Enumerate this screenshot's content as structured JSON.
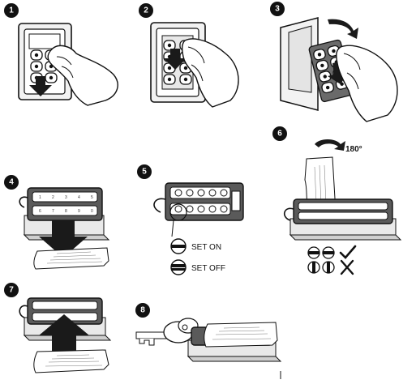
{
  "steps": [
    {
      "number": "1"
    },
    {
      "number": "2"
    },
    {
      "number": "3"
    },
    {
      "number": "4"
    },
    {
      "number": "5",
      "legend": {
        "set_on": "SET ON",
        "set_off": "SET OFF"
      }
    },
    {
      "number": "6",
      "rotation": "180°"
    },
    {
      "number": "7"
    },
    {
      "number": "8"
    }
  ],
  "key_numbers": [
    "1",
    "2",
    "3",
    "4",
    "5",
    "6",
    "7",
    "8",
    "9",
    "0"
  ],
  "icons": {
    "tick": "check-icon",
    "cross": "cross-icon",
    "arrow": "down-arrow-icon",
    "rotate": "rotate-arrow-icon",
    "hand": "hand-icon",
    "key": "key-icon",
    "tag": "combination-tag-icon"
  },
  "colors": {
    "ink": "#111111",
    "arrow": "#1a1a1a",
    "panel": "#d9d9d9",
    "hand_fill": "#ffffff"
  }
}
